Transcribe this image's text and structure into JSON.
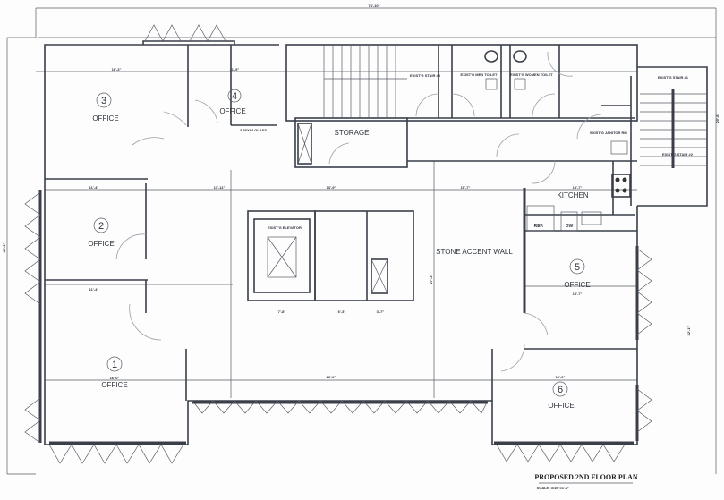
{
  "title": "PROPOSED 2ND FLOOR PLAN",
  "scale_note": "SCALE: 3/16\"=1'-0\"",
  "rooms": {
    "office_1": {
      "number": "1",
      "label": "OFFICE"
    },
    "office_2": {
      "number": "2",
      "label": "OFFICE"
    },
    "office_3": {
      "number": "3",
      "label": "OFFICE"
    },
    "office_4": {
      "number": "4",
      "label": "OFFICE"
    },
    "office_5": {
      "number": "5",
      "label": "OFFICE"
    },
    "office_6": {
      "number": "6",
      "label": "OFFICE"
    },
    "storage": "STORAGE",
    "kitchen": "KITCHEN",
    "stone_wall": "STONE ACCENT WALL",
    "ref": "REF.",
    "dw": "DW",
    "elevator": "EXIST'G ELEVATOR",
    "stair_1": "EXIST'G STAIR #1",
    "stair_2": "EXIST'G STAIR #2",
    "stair_3": "EXIST'G STAIR #3",
    "men_toilet": "EXIST'G MEN TOILET",
    "women_toilet": "EXIST'G WOMEN TOILET",
    "janitor": "EXIST'G JANITOR RM"
  },
  "dimensions": {
    "overall_width": "78'-10\"",
    "overall_depth": "48'-1\"",
    "right_upper": "20'-8\"",
    "right_lower": "32'-1\"",
    "office3_width": "16'-3\"",
    "office4_width": "11'-9\"",
    "office2_width": "11'-4\"",
    "office1_width": "16'-0\"",
    "corridor": "13'-11\"",
    "lobby": "13'-9\"",
    "kitchen_width": "15'-7\"",
    "office5_width": "15'-7\"",
    "office6_width": "16'-6\"",
    "bottom": "26'-2\"",
    "stone_wall_len": "27'-3\"",
    "elev_1": "7'-8\"",
    "elev_2": "6'-3\"",
    "elev_3": "3'-7\""
  },
  "glass_note": "3-36X84 GLASS"
}
